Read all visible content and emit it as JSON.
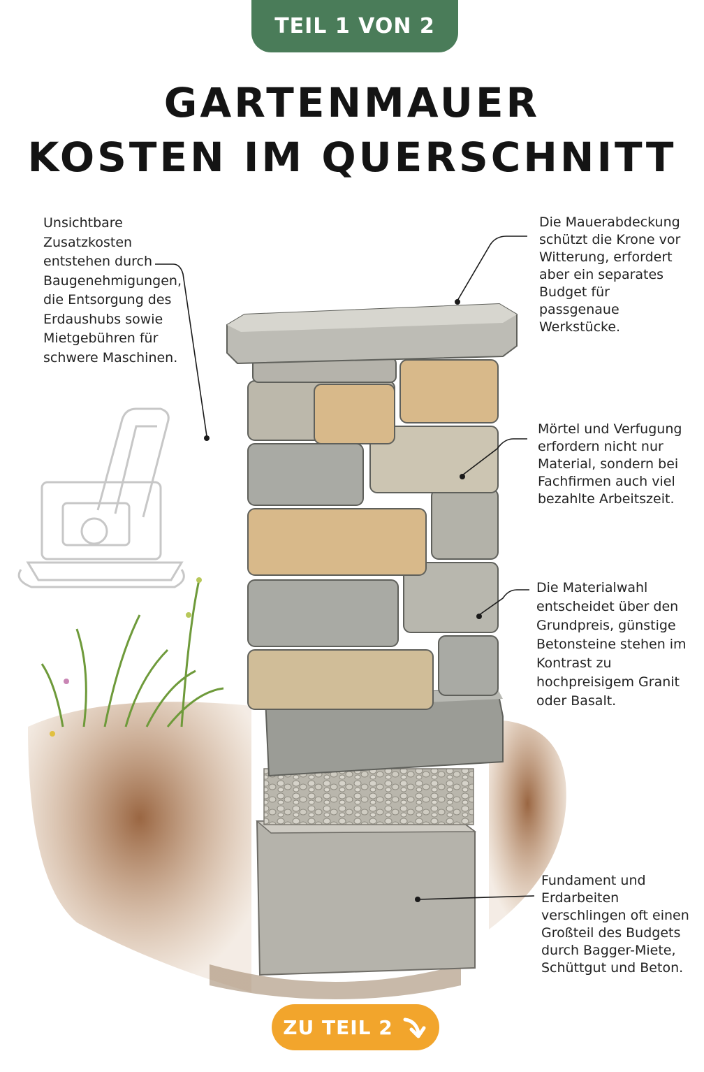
{
  "badge": {
    "label": "TEIL 1 VON 2"
  },
  "title": {
    "line1": "GARTENMAUER",
    "line2": "KOSTEN IM QUERSCHNITT"
  },
  "annotations": {
    "left": "Unsichtbare Zusatzkosten entstehen durch Baugenehmigungen, die Entsorgung des Erdaushubs sowie Mietgebühren für schwere Maschinen.",
    "top_right": "Die Mauerabdeckung schützt die Krone vor Witterung, erfordert aber ein separates Budget für passgenaue Werkstücke.",
    "mortar": "Mörtel und Verfugung erfordern nicht nur Material, sondern bei Fachfirmen auch viel bezahlte Arbeitszeit.",
    "material": "Die Materialwahl entscheidet über den Grundpreis, günstige Betonsteine stehen im Kontrast zu hochpreisigem Granit oder Basalt.",
    "foundation": "Fundament und Erdarbeiten verschlingen oft einen Großteil des Budgets durch Bagger-Miete, Schüttgut und Beton."
  },
  "cta": {
    "label": "ZU TEIL 2",
    "icon": "arrow-down-right-icon"
  },
  "colors": {
    "badge": "#4a7c59",
    "cta": "#f2a52c",
    "stone_gray": "#a9aaa4",
    "stone_sand": "#d8b98a",
    "soil": "#8a5a3a"
  }
}
